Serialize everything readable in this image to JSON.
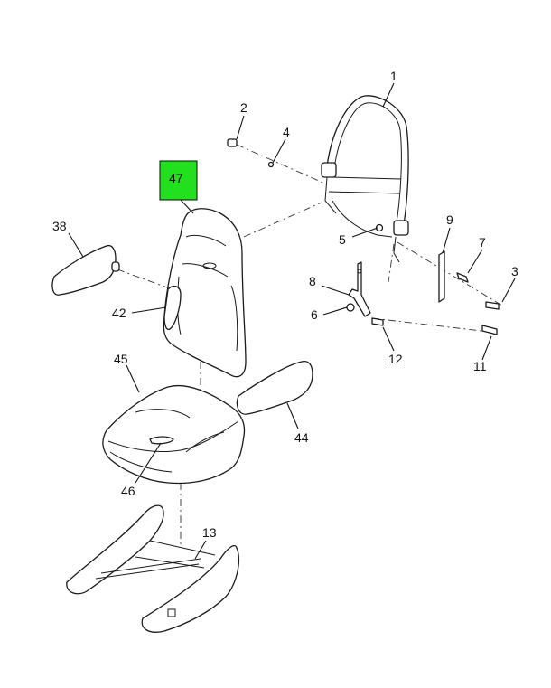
{
  "callouts": [
    {
      "label": "1"
    },
    {
      "label": "2"
    },
    {
      "label": "4"
    },
    {
      "label": "47"
    },
    {
      "label": "38"
    },
    {
      "label": "5"
    },
    {
      "label": "9"
    },
    {
      "label": "7"
    },
    {
      "label": "3"
    },
    {
      "label": "8"
    },
    {
      "label": "6"
    },
    {
      "label": "42"
    },
    {
      "label": "12"
    },
    {
      "label": "11"
    },
    {
      "label": "45"
    },
    {
      "label": "44"
    },
    {
      "label": "46"
    },
    {
      "label": "13"
    }
  ],
  "highlight_color": "#22e01e"
}
